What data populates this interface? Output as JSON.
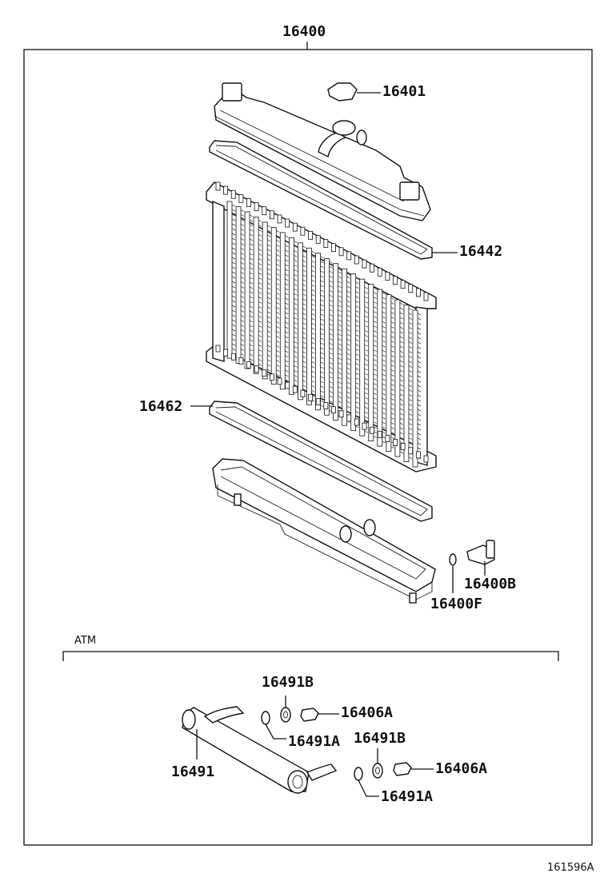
{
  "diagram": {
    "assembly_label": "16400",
    "sub_group_label": "ATM",
    "figure_id": "161596A",
    "callouts": {
      "cap": "16401",
      "upper_gasket": "16442",
      "lower_gasket": "16462",
      "drain_cock": "16400B",
      "drain_oring": "16400F",
      "cooler_pipe": "16491",
      "washer_b_upper": "16491B",
      "nut_upper": "16406A",
      "washer_a_upper": "16491A",
      "washer_b_lower": "16491B",
      "nut_lower": "16406A",
      "washer_a_lower": "16491A"
    }
  }
}
